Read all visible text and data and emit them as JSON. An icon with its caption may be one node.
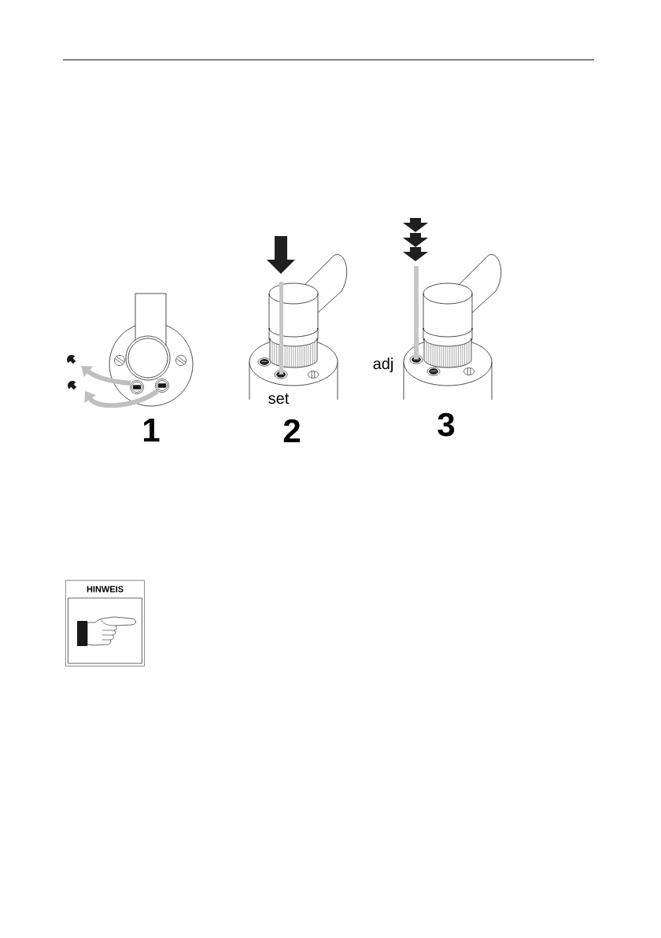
{
  "diagram": {
    "nodes": [
      {
        "text": [
          "HINWEIS"
        ]
      }
    ],
    "labels": [
      "adj",
      "set",
      "1",
      "2",
      "3"
    ]
  }
}
